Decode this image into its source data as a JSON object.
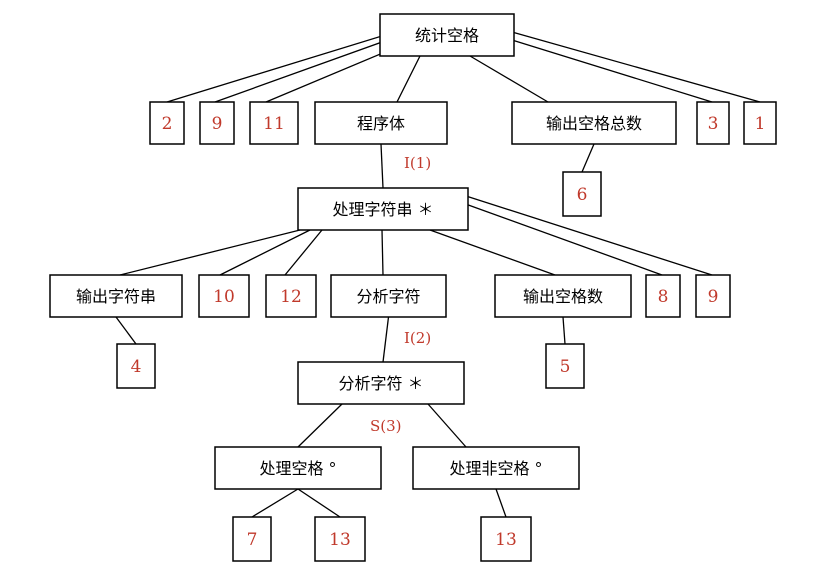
{
  "nodes": [
    {
      "id": "n_root",
      "label": "统计空格",
      "kind": "cn"
    },
    {
      "id": "n_2",
      "label": "2",
      "kind": "num"
    },
    {
      "id": "n_9a",
      "label": "9",
      "kind": "num"
    },
    {
      "id": "n_11",
      "label": "11",
      "kind": "num"
    },
    {
      "id": "n_body",
      "label": "程序体",
      "kind": "cn"
    },
    {
      "id": "n_outtotal",
      "label": "输出空格总数",
      "kind": "cn"
    },
    {
      "id": "n_3",
      "label": "3",
      "kind": "num"
    },
    {
      "id": "n_1",
      "label": "1",
      "kind": "num"
    },
    {
      "id": "n_6",
      "label": "6",
      "kind": "num"
    },
    {
      "id": "n_procstr",
      "label": "处理字符串 ＊",
      "kind": "cn"
    },
    {
      "id": "n_outstr",
      "label": "输出字符串",
      "kind": "cn"
    },
    {
      "id": "n_10",
      "label": "10",
      "kind": "num"
    },
    {
      "id": "n_12",
      "label": "12",
      "kind": "num"
    },
    {
      "id": "n_anach",
      "label": "分析字符",
      "kind": "cn"
    },
    {
      "id": "n_outcount",
      "label": "输出空格数",
      "kind": "cn"
    },
    {
      "id": "n_8",
      "label": "8",
      "kind": "num"
    },
    {
      "id": "n_9b",
      "label": "9",
      "kind": "num"
    },
    {
      "id": "n_4",
      "label": "4",
      "kind": "num"
    },
    {
      "id": "n_5",
      "label": "5",
      "kind": "num"
    },
    {
      "id": "n_anachstar",
      "label": "分析字符 ＊",
      "kind": "cn"
    },
    {
      "id": "n_procspace",
      "label": "处理空格 °",
      "kind": "cn"
    },
    {
      "id": "n_procnonspace",
      "label": "处理非空格 °",
      "kind": "cn"
    },
    {
      "id": "n_7",
      "label": "7",
      "kind": "num"
    },
    {
      "id": "n_13a",
      "label": "13",
      "kind": "num"
    },
    {
      "id": "n_13b",
      "label": "13",
      "kind": "num"
    }
  ],
  "edges": [
    {
      "from": "n_root",
      "to": "n_2"
    },
    {
      "from": "n_root",
      "to": "n_9a"
    },
    {
      "from": "n_root",
      "to": "n_11"
    },
    {
      "from": "n_root",
      "to": "n_body"
    },
    {
      "from": "n_root",
      "to": "n_outtotal"
    },
    {
      "from": "n_root",
      "to": "n_3"
    },
    {
      "from": "n_root",
      "to": "n_1"
    },
    {
      "from": "n_outtotal",
      "to": "n_6"
    },
    {
      "from": "n_body",
      "to": "n_procstr"
    },
    {
      "from": "n_procstr",
      "to": "n_outstr"
    },
    {
      "from": "n_procstr",
      "to": "n_10"
    },
    {
      "from": "n_procstr",
      "to": "n_12"
    },
    {
      "from": "n_procstr",
      "to": "n_anach"
    },
    {
      "from": "n_procstr",
      "to": "n_outcount"
    },
    {
      "from": "n_procstr",
      "to": "n_8"
    },
    {
      "from": "n_procstr",
      "to": "n_9b"
    },
    {
      "from": "n_outstr",
      "to": "n_4"
    },
    {
      "from": "n_outcount",
      "to": "n_5"
    },
    {
      "from": "n_anach",
      "to": "n_anachstar"
    },
    {
      "from": "n_anachstar",
      "to": "n_procspace"
    },
    {
      "from": "n_anachstar",
      "to": "n_procnonspace"
    },
    {
      "from": "n_procspace",
      "to": "n_7"
    },
    {
      "from": "n_procspace",
      "to": "n_13a"
    },
    {
      "from": "n_procnonspace",
      "to": "n_13b"
    }
  ],
  "annotations": [
    {
      "id": "a1",
      "label": "I(1)"
    },
    {
      "id": "a2",
      "label": "I(2)"
    },
    {
      "id": "a3",
      "label": "S(3)"
    }
  ]
}
